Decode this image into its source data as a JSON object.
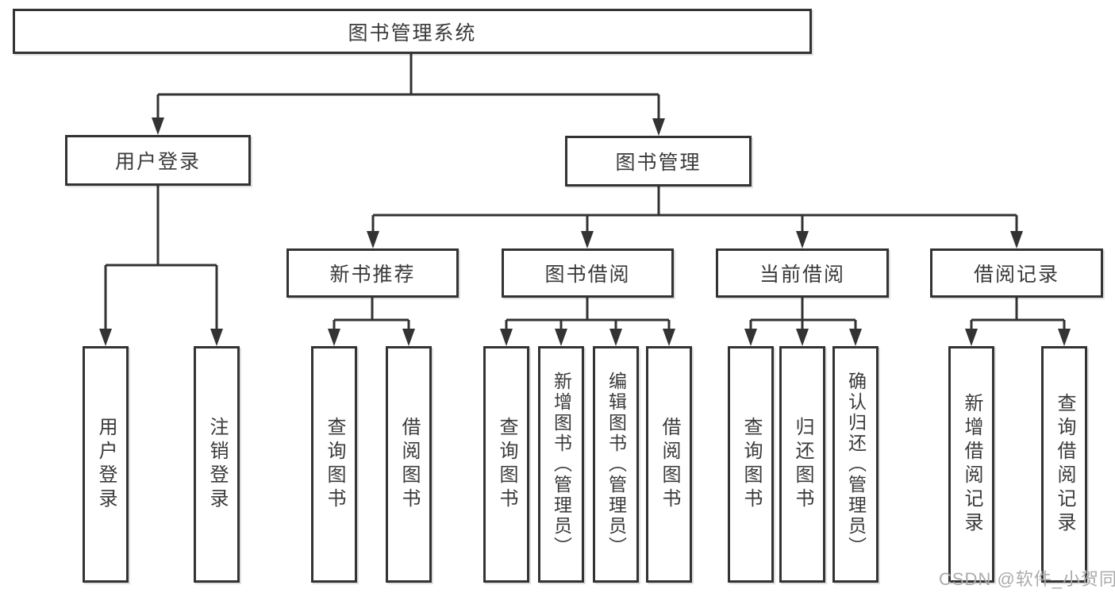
{
  "diagram": {
    "tree": {
      "label": "图书管理系统",
      "children": [
        {
          "label": "用户登录",
          "children": [
            {
              "label": "用户登录"
            },
            {
              "label": "注销登录"
            }
          ]
        },
        {
          "label": "图书管理",
          "children": [
            {
              "label": "新书推荐",
              "children": [
                {
                  "label": "查询图书"
                },
                {
                  "label": "借阅图书"
                }
              ]
            },
            {
              "label": "图书借阅",
              "children": [
                {
                  "label": "查询图书"
                },
                {
                  "label": "新增图书（管理员）"
                },
                {
                  "label": "编辑图书（管理员）"
                },
                {
                  "label": "借阅图书"
                }
              ]
            },
            {
              "label": "当前借阅",
              "children": [
                {
                  "label": "查询图书"
                },
                {
                  "label": "归还图书"
                },
                {
                  "label": "确认归还（管理员）"
                }
              ]
            },
            {
              "label": "借阅记录",
              "children": [
                {
                  "label": "新增借阅记录"
                },
                {
                  "label": "查询借阅记录"
                }
              ]
            }
          ]
        }
      ]
    },
    "colors": {
      "line": "#333333",
      "box_border": "#333333",
      "text": "#3a3a3a",
      "watermark": "#ababab",
      "background": "#ffffff"
    }
  },
  "watermark": "CSDN @软件_小贺同学"
}
